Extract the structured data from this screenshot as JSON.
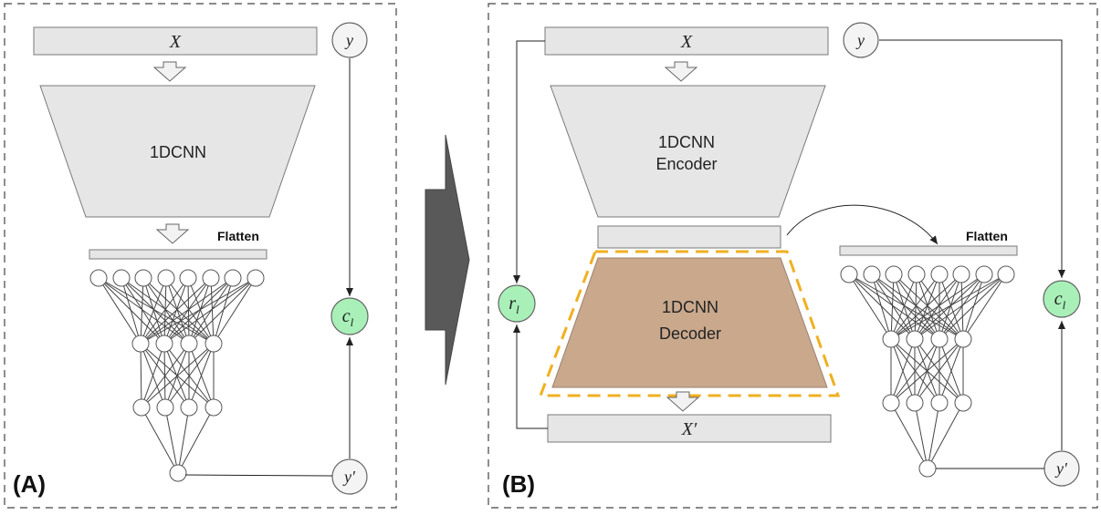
{
  "panel_a": {
    "tag": "(A)",
    "input_label": "X",
    "target_label": "y",
    "cnn_label": "1DCNN",
    "flatten_label": "Flatten",
    "loss_label": "c",
    "loss_sub": "l",
    "pred_label": "y′"
  },
  "panel_b": {
    "tag": "(B)",
    "input_label": "X",
    "target_label": "y",
    "encoder_label_1": "1DCNN",
    "encoder_label_2": "Encoder",
    "decoder_label_1": "1DCNN",
    "decoder_label_2": "Decoder",
    "recon_label": "X′",
    "recon_loss_label": "r",
    "recon_loss_sub": "l",
    "flatten_label": "Flatten",
    "loss_label": "c",
    "loss_sub": "l",
    "pred_label": "y′"
  },
  "colors": {
    "block_fill": "#e6e6e6",
    "block_stroke": "#7a7a7a",
    "loss_fill": "#a8f0b8",
    "decoder_fill": "#c9a88c",
    "decoder_dash": "#f0b020",
    "big_arrow": "#595959"
  },
  "mlp_a": {
    "layers": [
      8,
      4,
      4,
      1
    ]
  },
  "mlp_b": {
    "layers": [
      8,
      4,
      4,
      1
    ]
  }
}
